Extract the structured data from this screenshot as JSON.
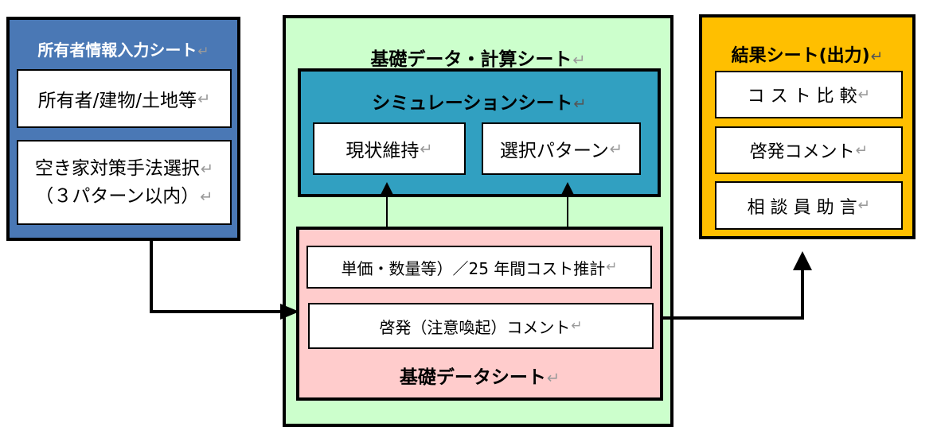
{
  "owner_sheet": {
    "title": "所有者情報入力シート",
    "box1": "所有者/建物/土地等",
    "box2_line1": "空き家対策手法選択",
    "box2_line2": "（３パターン以内）"
  },
  "base_calc_sheet": {
    "title": "基礎データ・計算シート"
  },
  "simulation_sheet": {
    "title": "シミュレーションシート",
    "box1": "現状維持",
    "box2": "選択パターン"
  },
  "base_data_sheet": {
    "title": "基礎データシート",
    "box1": "単価・数量等）／25 年間コスト推計",
    "box2": "啓発（注意喚起）コメント"
  },
  "result_sheet": {
    "title": "結果シート(出力)",
    "box1": "コ ス ト 比 較",
    "box2": "啓発コメント",
    "box3": "相 談 員 助 言"
  },
  "return_mark": "↵",
  "colors": {
    "owner_panel": "#4a78b5",
    "base_calc_panel": "#ccffcc",
    "simulation_panel": "#31a0c1",
    "base_data_panel": "#ffcccc",
    "result_panel": "#ffbf00"
  }
}
